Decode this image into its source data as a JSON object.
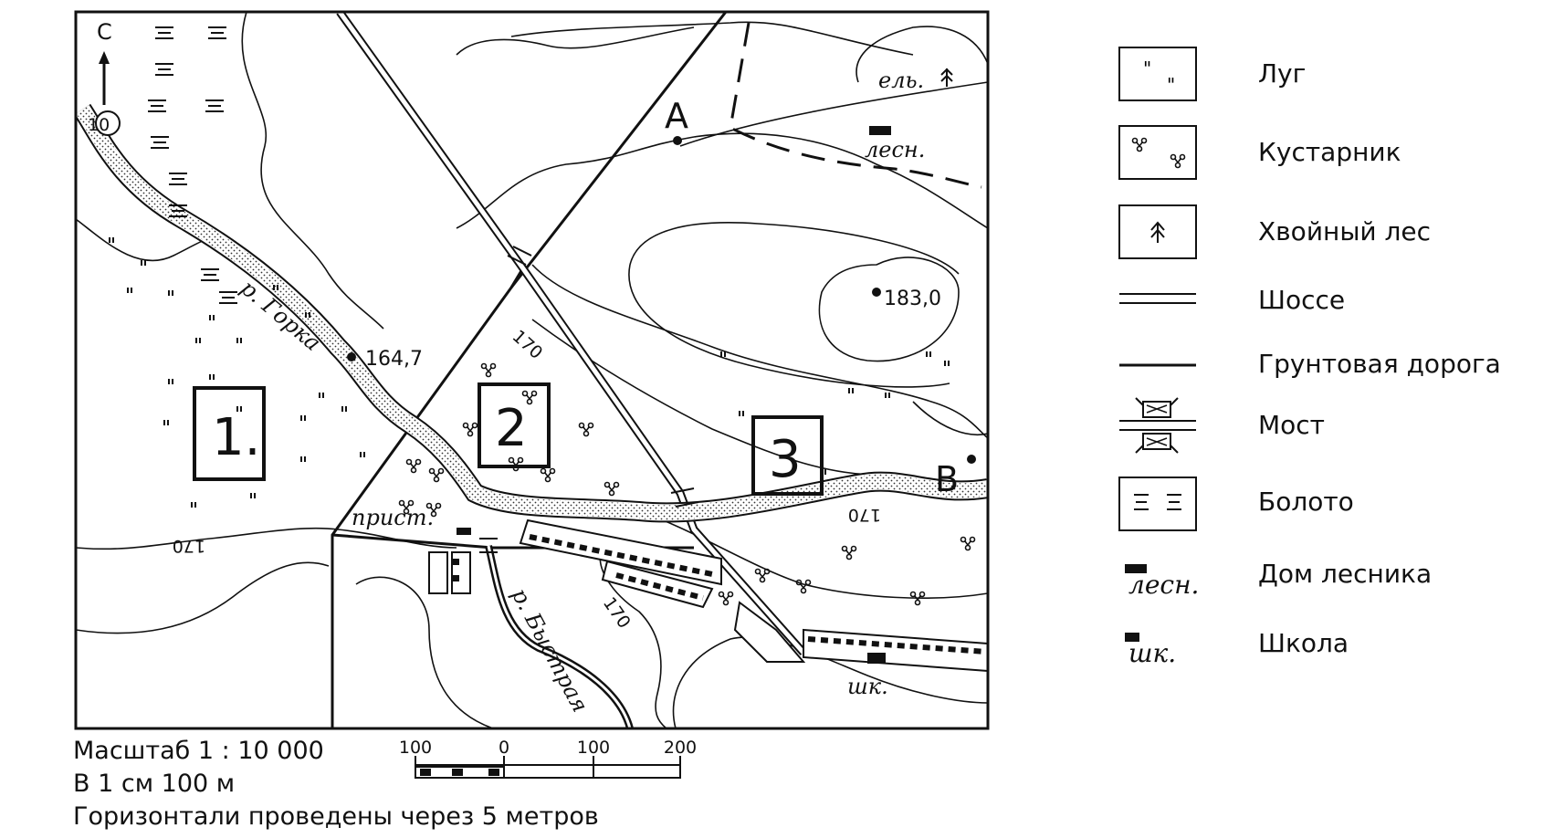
{
  "map": {
    "north_label": "С",
    "bottom_left_label": "10",
    "point_a": "А",
    "point_b": "В",
    "areas": [
      "1.",
      "2",
      "3"
    ],
    "river_gorka": "р. Горка",
    "river_bystraya": "р. Быстрая",
    "spot_height_1": "164,7",
    "spot_height_2": "183,0",
    "contour_labels": [
      "170",
      "170",
      "170",
      "170"
    ],
    "pier_label": "прист.",
    "forester_label": "лесн.",
    "spruce_label": "ель.",
    "school_label": "шк."
  },
  "scale": {
    "title": "Масштаб 1 : 10 000",
    "per_cm": "В 1 см 100 м",
    "contours_note": "Горизонтали проведены через 5 метров",
    "ticks": [
      "100",
      "0",
      "100",
      "200"
    ]
  },
  "legend": [
    {
      "id": "meadow",
      "label": "Луг"
    },
    {
      "id": "shrub",
      "label": "Кустарник"
    },
    {
      "id": "conifer",
      "label": "Хвойный лес"
    },
    {
      "id": "highway",
      "label": "Шоссе"
    },
    {
      "id": "dirt-road",
      "label": "Грунтовая дорога"
    },
    {
      "id": "bridge",
      "label": "Мост"
    },
    {
      "id": "swamp",
      "label": "Болото"
    },
    {
      "id": "forester-house",
      "label": "Дом лесника",
      "sublabel": "лесн."
    },
    {
      "id": "school",
      "label": "Школа",
      "sublabel": "шк."
    }
  ]
}
